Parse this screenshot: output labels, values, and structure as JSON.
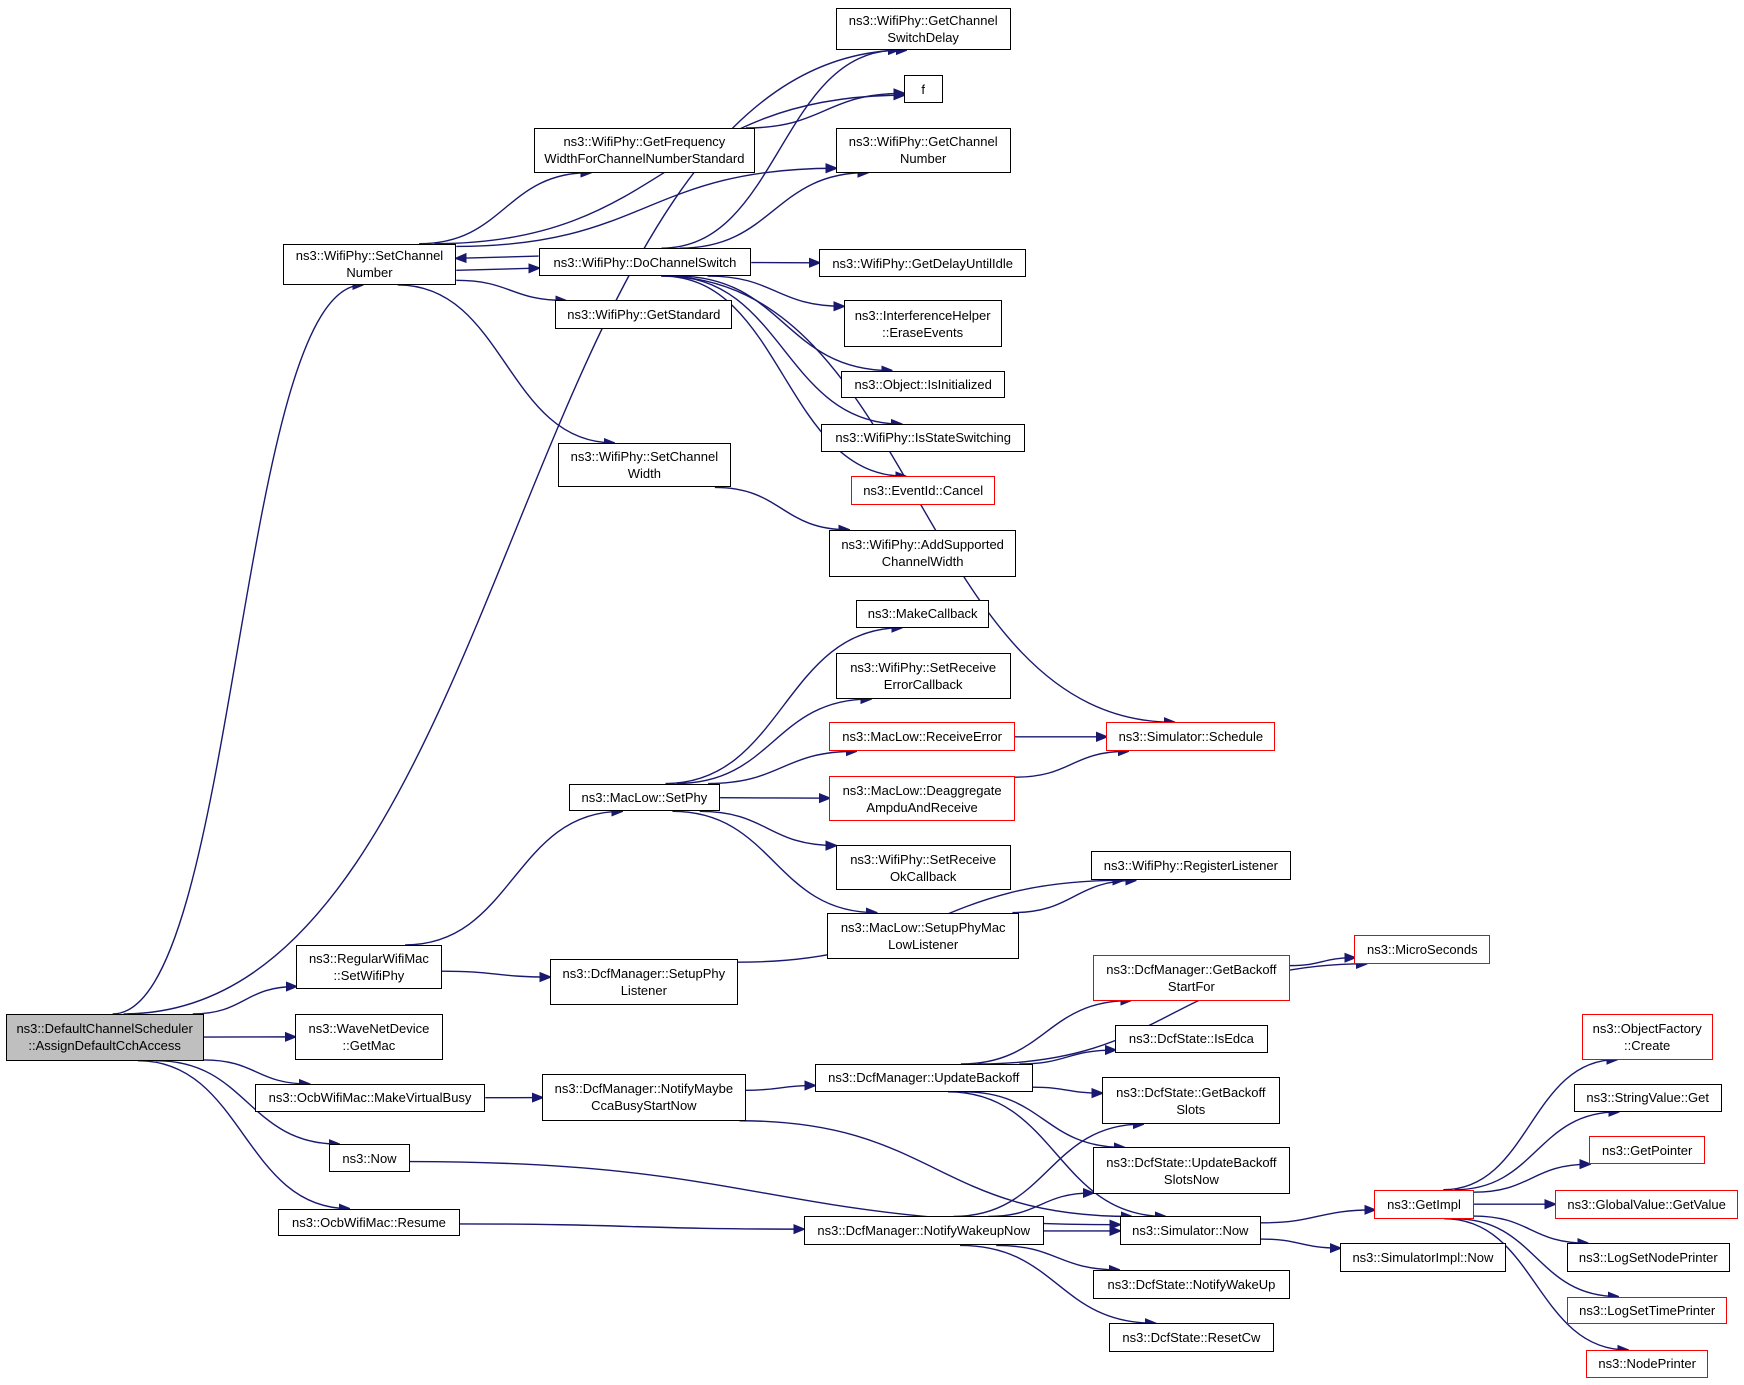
{
  "colors": {
    "edge": "#191970",
    "node_border": "#000000",
    "external_node_border": "#ff0000",
    "root_fill": "#bfbfbf"
  },
  "nodes": {
    "root": "ns3::DefaultChannelScheduler\n::AssignDefaultCchAccess",
    "setChannelNumber": "ns3::WifiPhy::SetChannel\nNumber",
    "getChannelSwitchDelay": "ns3::WifiPhy::GetChannel\nSwitchDelay",
    "f": "f",
    "getFreqWidth": "ns3::WifiPhy::GetFrequency\nWidthForChannelNumberStandard",
    "getChannelNumber": "ns3::WifiPhy::GetChannel\nNumber",
    "doChannelSwitch": "ns3::WifiPhy::DoChannelSwitch",
    "getDelayUntilIdle": "ns3::WifiPhy::GetDelayUntilIdle",
    "eraseEvents": "ns3::InterferenceHelper\n::EraseEvents",
    "isInitialized": "ns3::Object::IsInitialized",
    "isStateSwitching": "ns3::WifiPhy::IsStateSwitching",
    "eventIdCancel": "ns3::EventId::Cancel",
    "getStandard": "ns3::WifiPhy::GetStandard",
    "setChannelWidth": "ns3::WifiPhy::SetChannel\nWidth",
    "addSupportedChannelWidth": "ns3::WifiPhy::AddSupported\nChannelWidth",
    "makeCallback": "ns3::MakeCallback",
    "setReceiveErrorCallback": "ns3::WifiPhy::SetReceive\nErrorCallback",
    "macLowReceiveError": "ns3::MacLow::ReceiveError",
    "simulatorSchedule": "ns3::Simulator::Schedule",
    "macLowSetPhy": "ns3::MacLow::SetPhy",
    "deaggregate": "ns3::MacLow::Deaggregate\nAmpduAndReceive",
    "setReceiveOkCallback": "ns3::WifiPhy::SetReceive\nOkCallback",
    "registerListener": "ns3::WifiPhy::RegisterListener",
    "setupPhyMacLowListener": "ns3::MacLow::SetupPhyMac\nLowListener",
    "microSeconds": "ns3::MicroSeconds",
    "regularSetWifiPhy": "ns3::RegularWifiMac\n::SetWifiPhy",
    "dcfSetupPhyListener": "ns3::DcfManager::SetupPhy\nListener",
    "getBackoffStartFor": "ns3::DcfManager::GetBackoff\nStartFor",
    "waveGetMac": "ns3::WaveNetDevice\n::GetMac",
    "isEdca": "ns3::DcfState::IsEdca",
    "objectFactoryCreate": "ns3::ObjectFactory\n::Create",
    "makeVirtualBusy": "ns3::OcbWifiMac::MakeVirtualBusy",
    "notifyMaybeCca": "ns3::DcfManager::NotifyMaybe\nCcaBusyStartNow",
    "updateBackoff": "ns3::DcfManager::UpdateBackoff",
    "getBackoffSlots": "ns3::DcfState::GetBackoff\nSlots",
    "stringValueGet": "ns3::StringValue::Get",
    "getPointer": "ns3::GetPointer",
    "now": "ns3::Now",
    "updateBackoffSlotsNow": "ns3::DcfState::UpdateBackoff\nSlotsNow",
    "getImpl": "ns3::GetImpl",
    "globalValueGetValue": "ns3::GlobalValue::GetValue",
    "resume": "ns3::OcbWifiMac::Resume",
    "notifyWakeupNow": "ns3::DcfManager::NotifyWakeupNow",
    "simulatorNow": "ns3::Simulator::Now",
    "simulatorImplNow": "ns3::SimulatorImpl::Now",
    "logSetNodePrinter": "ns3::LogSetNodePrinter",
    "notifyWakeUp": "ns3::DcfState::NotifyWakeUp",
    "logSetTimePrinter": "ns3::LogSetTimePrinter",
    "resetCw": "ns3::DcfState::ResetCw",
    "nodePrinter": "ns3::NodePrinter"
  },
  "external_nodes": [
    "eventIdCancel",
    "macLowReceiveError",
    "simulatorSchedule",
    "deaggregate",
    "microSeconds",
    "getBackoffStartFor",
    "objectFactoryCreate",
    "getPointer",
    "getImpl",
    "globalValueGetValue",
    "logSetTimePrinter",
    "nodePrinter"
  ],
  "edges": [
    [
      "root",
      "getChannelSwitchDelay"
    ],
    [
      "root",
      "setChannelNumber"
    ],
    [
      "root",
      "regularSetWifiPhy"
    ],
    [
      "root",
      "waveGetMac"
    ],
    [
      "root",
      "makeVirtualBusy"
    ],
    [
      "root",
      "now"
    ],
    [
      "root",
      "resume"
    ],
    [
      "setChannelNumber",
      "f"
    ],
    [
      "setChannelNumber",
      "getFreqWidth"
    ],
    [
      "setChannelNumber",
      "getChannelNumber"
    ],
    [
      "setChannelNumber",
      "doChannelSwitch"
    ],
    [
      "setChannelNumber",
      "getStandard"
    ],
    [
      "setChannelNumber",
      "setChannelWidth"
    ],
    [
      "getFreqWidth",
      "f"
    ],
    [
      "doChannelSwitch",
      "getChannelSwitchDelay"
    ],
    [
      "doChannelSwitch",
      "getChannelNumber"
    ],
    [
      "doChannelSwitch",
      "setChannelNumber"
    ],
    [
      "doChannelSwitch",
      "getDelayUntilIdle"
    ],
    [
      "doChannelSwitch",
      "eraseEvents"
    ],
    [
      "doChannelSwitch",
      "isInitialized"
    ],
    [
      "doChannelSwitch",
      "isStateSwitching"
    ],
    [
      "doChannelSwitch",
      "eventIdCancel"
    ],
    [
      "doChannelSwitch",
      "simulatorSchedule"
    ],
    [
      "setChannelWidth",
      "addSupportedChannelWidth"
    ],
    [
      "macLowSetPhy",
      "makeCallback"
    ],
    [
      "macLowSetPhy",
      "setReceiveErrorCallback"
    ],
    [
      "macLowSetPhy",
      "macLowReceiveError"
    ],
    [
      "macLowSetPhy",
      "deaggregate"
    ],
    [
      "macLowSetPhy",
      "setReceiveOkCallback"
    ],
    [
      "macLowSetPhy",
      "setupPhyMacLowListener"
    ],
    [
      "macLowReceiveError",
      "simulatorSchedule"
    ],
    [
      "deaggregate",
      "simulatorSchedule"
    ],
    [
      "setupPhyMacLowListener",
      "registerListener"
    ],
    [
      "regularSetWifiPhy",
      "macLowSetPhy"
    ],
    [
      "regularSetWifiPhy",
      "dcfSetupPhyListener"
    ],
    [
      "dcfSetupPhyListener",
      "registerListener"
    ],
    [
      "makeVirtualBusy",
      "notifyMaybeCca"
    ],
    [
      "notifyMaybeCca",
      "updateBackoff"
    ],
    [
      "notifyMaybeCca",
      "simulatorNow"
    ],
    [
      "updateBackoff",
      "microSeconds"
    ],
    [
      "updateBackoff",
      "getBackoffStartFor"
    ],
    [
      "updateBackoff",
      "isEdca"
    ],
    [
      "updateBackoff",
      "getBackoffSlots"
    ],
    [
      "updateBackoff",
      "updateBackoffSlotsNow"
    ],
    [
      "updateBackoff",
      "simulatorNow"
    ],
    [
      "getBackoffStartFor",
      "microSeconds"
    ],
    [
      "now",
      "simulatorNow"
    ],
    [
      "resume",
      "notifyWakeupNow"
    ],
    [
      "notifyWakeupNow",
      "getBackoffSlots"
    ],
    [
      "notifyWakeupNow",
      "updateBackoffSlotsNow"
    ],
    [
      "notifyWakeupNow",
      "simulatorNow"
    ],
    [
      "notifyWakeupNow",
      "notifyWakeUp"
    ],
    [
      "notifyWakeupNow",
      "resetCw"
    ],
    [
      "simulatorNow",
      "getImpl"
    ],
    [
      "simulatorNow",
      "simulatorImplNow"
    ],
    [
      "getImpl",
      "objectFactoryCreate"
    ],
    [
      "getImpl",
      "stringValueGet"
    ],
    [
      "getImpl",
      "getPointer"
    ],
    [
      "getImpl",
      "globalValueGetValue"
    ],
    [
      "getImpl",
      "logSetNodePrinter"
    ],
    [
      "getImpl",
      "logSetTimePrinter"
    ],
    [
      "getImpl",
      "nodePrinter"
    ]
  ]
}
